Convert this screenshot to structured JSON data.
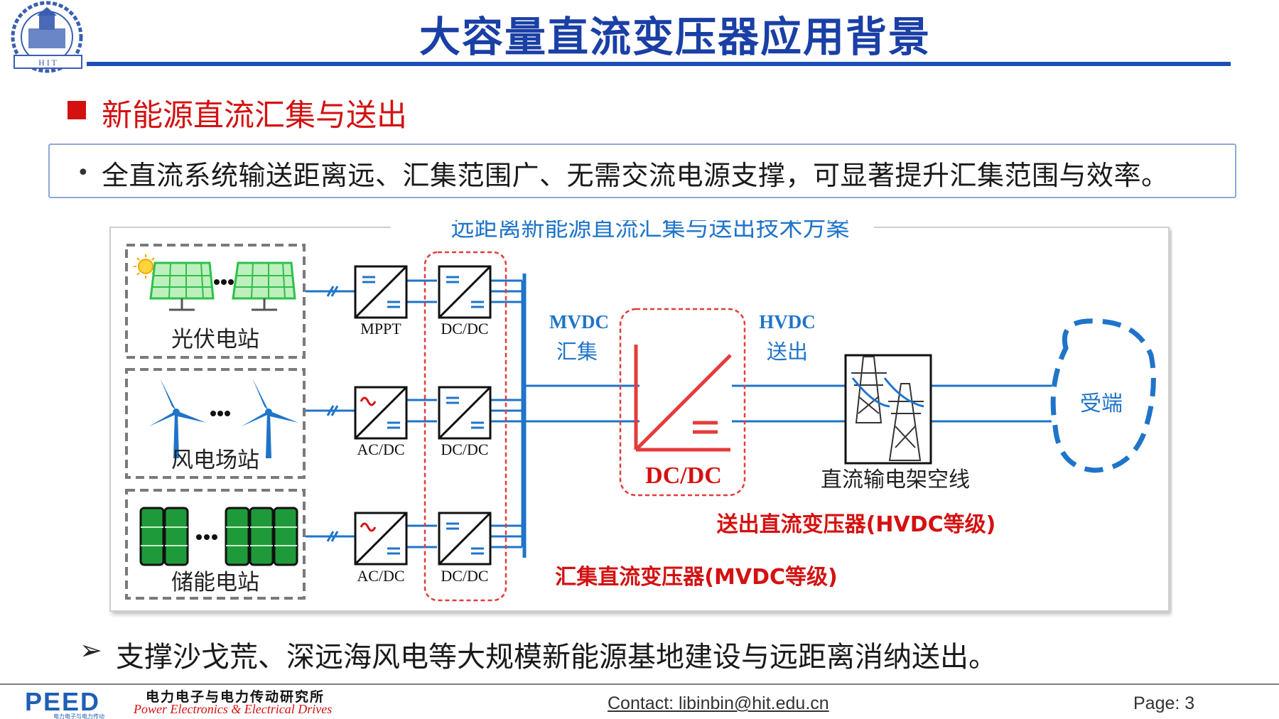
{
  "header": {
    "title": "大容量直流变压器应用背景"
  },
  "section": {
    "heading": "新能源直流汇集与送出"
  },
  "key_point": {
    "bullet": "•",
    "text": "全直流系统输送距离远、汇集范围广、无需交流电源支撑，可显著提升汇集范围与效率。"
  },
  "diagram": {
    "title": "远距离新能源直流汇集与送出技术方案",
    "stations": {
      "pv": "光伏电站",
      "wind": "风电场站",
      "storage": "储能电站"
    },
    "converters": {
      "mppt": "MPPT",
      "dcdc_1": "DC/DC",
      "acdc_2": "AC/DC",
      "dcdc_2": "DC/DC",
      "acdc_3": "AC/DC",
      "dcdc_3": "DC/DC"
    },
    "mvdc": "MVDC",
    "mvdc_sub": "汇集",
    "hvdc": "HVDC",
    "hvdc_sub": "送出",
    "big_converter": "DC/DC",
    "transmission": "直流输电架空线",
    "receiver": "受端",
    "hvdc_transformer": "送出直流变压器(HVDC等级)",
    "mvdc_transformer": "汇集直流变压器(MVDC等级)"
  },
  "bottom": {
    "arrow": "➢",
    "text": "支撑沙戈荒、深远海风电等大规模新能源基地建设与远距离消纳送出。"
  },
  "footer": {
    "logo_text": "PEED",
    "logo_sub": "电力电子与电力传动",
    "institute_cn": "电力电子与电力传动研究所",
    "institute_en": "Power Electronics & Electrical Drives",
    "contact": "Contact: libinbin@hit.edu.cn",
    "page": "Page: 3"
  },
  "colors": {
    "title_blue": "#1a3fa5",
    "accent_red": "#d41111",
    "line_blue": "#1f74c9",
    "battery_green": "#1f9a3a",
    "panel_green": "#2fbf4a"
  },
  "icons": [
    "university-seal-icon",
    "sun-icon",
    "solar-panel-icon",
    "wind-turbine-icon",
    "battery-icon",
    "converter-icon",
    "transmission-tower-icon",
    "receiver-cloud-icon"
  ]
}
